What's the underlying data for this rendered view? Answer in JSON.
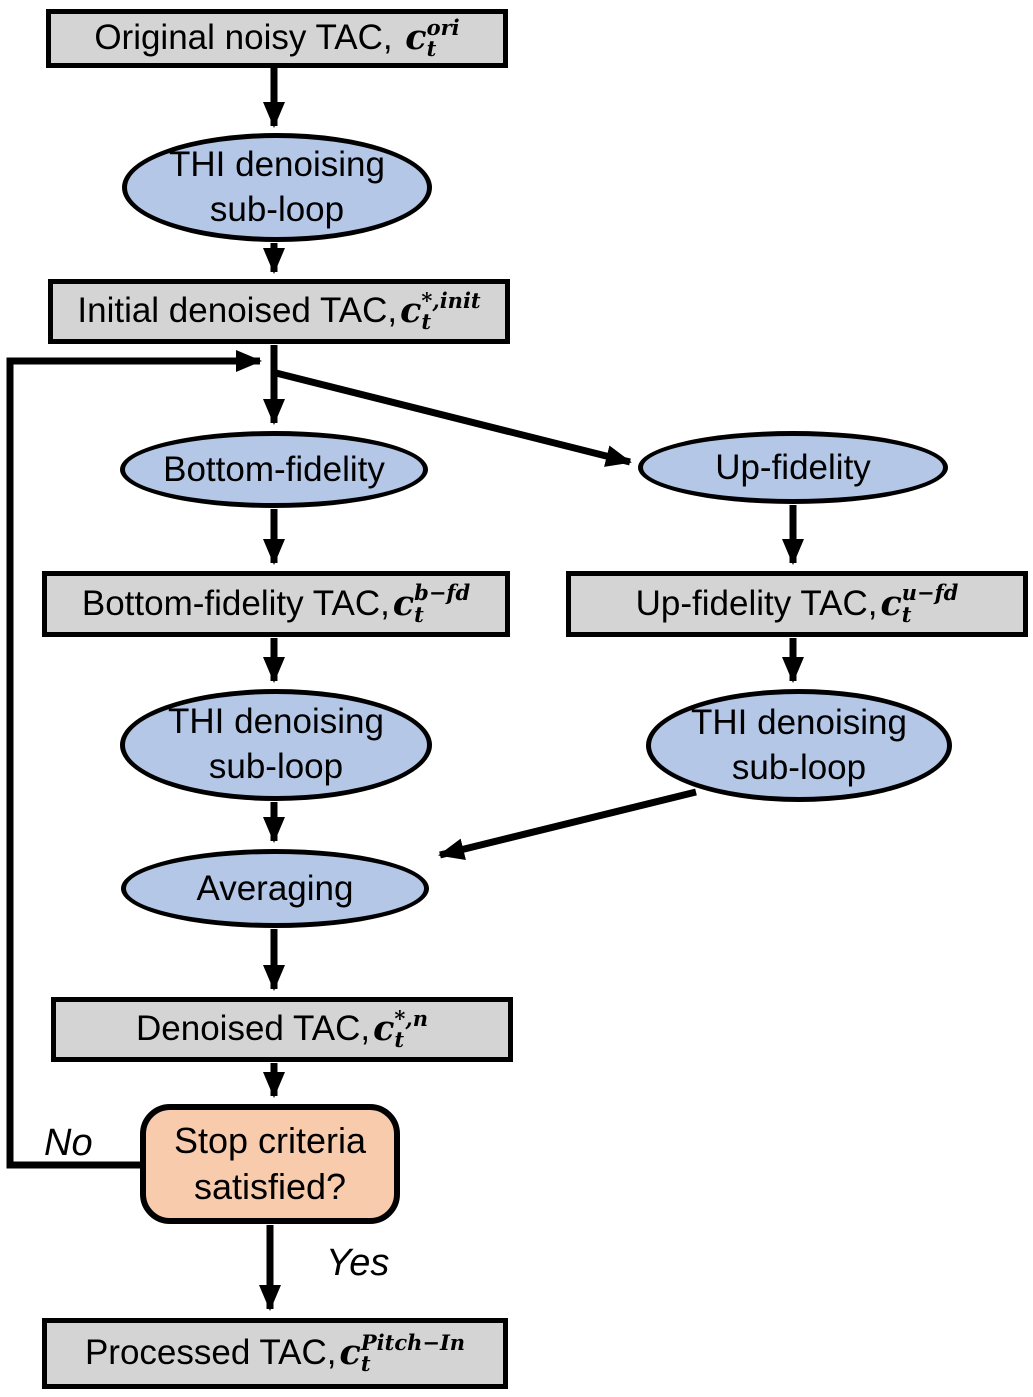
{
  "colors": {
    "box_fill": "#d4d4d4",
    "ellipse_fill": "#b4c7e7",
    "decision_fill": "#f8cbad",
    "stroke": "#000000"
  },
  "nodes": {
    "original": {
      "prefix": "Original noisy TAC, ",
      "base": "c",
      "sub": "t",
      "sup": "ori"
    },
    "thi1": {
      "line1": "THI denoising",
      "line2": "sub-loop"
    },
    "initial": {
      "prefix": "Initial denoised TAC,",
      "base": "c",
      "sub": "t",
      "sup": "*,init"
    },
    "bottom_fidelity": {
      "label": "Bottom-fidelity"
    },
    "up_fidelity": {
      "label": "Up-fidelity"
    },
    "bottom_tac": {
      "prefix": "Bottom-fidelity TAC,",
      "base": "c",
      "sub": "t",
      "sup": "b−fd"
    },
    "up_tac": {
      "prefix": "Up-fidelity TAC,",
      "base": "c",
      "sub": "t",
      "sup": "u−fd"
    },
    "thi_left": {
      "line1": "THI denoising",
      "line2": "sub-loop"
    },
    "thi_right": {
      "line1": "THI denoising",
      "line2": "sub-loop"
    },
    "averaging": {
      "label": "Averaging"
    },
    "denoised": {
      "prefix": "Denoised TAC,",
      "base": "c",
      "sub": "t",
      "sup": "*,n"
    },
    "decision": {
      "line1": "Stop criteria",
      "line2": "satisfied?"
    },
    "processed": {
      "prefix": "Processed TAC,",
      "base": "c",
      "sub": "t",
      "sup": "Pitch−In"
    }
  },
  "edges": {
    "no_label": "No",
    "yes_label": "Yes"
  }
}
